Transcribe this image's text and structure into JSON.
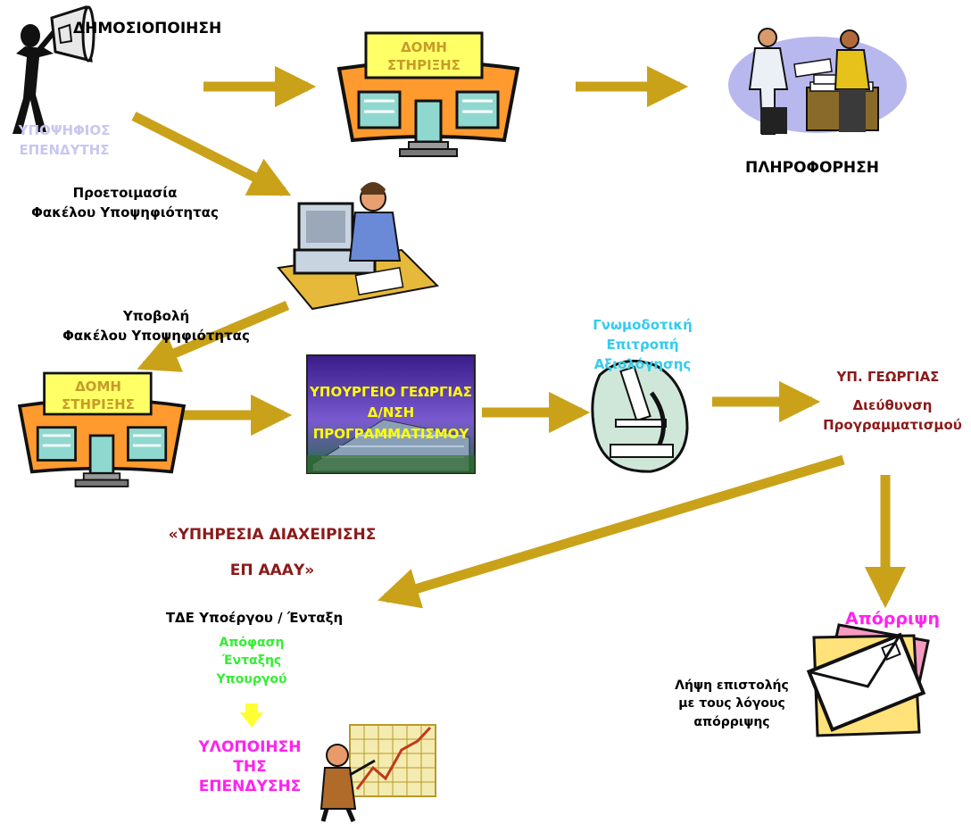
{
  "labels": {
    "dimosiopoiisi": "ΔΗΜΟΣΙΟΠΟΙΗΣΗ",
    "investor_line1": "ΥΠΟΨΗΦΙΟΣ",
    "investor_line2": "ΕΠΕΝΔΥΤΗΣ",
    "support_top_line1": "ΔΟΜΗ",
    "support_top_line2": "ΣΤΗΡΙΞΗΣ",
    "pliroforisi": "ΠΛΗΡΟΦΟΡΗΣΗ",
    "prep_line1": "Προετοιμασία",
    "prep_line2": "Φακέλου Υποψηφιότητας",
    "submit_line1": "Υποβολή",
    "submit_line2": "Φακέλου Υποψηφιότητας",
    "support_bottom_line1": "ΔΟΜΗ",
    "support_bottom_line2": "ΣΤΗΡΙΞΗΣ",
    "ministry_line1": "ΥΠΟΥΡΓΕΙΟ ΓΕΩΡΓΙΑΣ",
    "ministry_line2": "Δ/ΝΣΗ",
    "ministry_line3": "ΠΡΟΓΡΑΜΜΑΤΙΣΜΟΥ",
    "committee_line1": "Γνωμοδοτική",
    "committee_line2": "Επιτροπή",
    "committee_line3": "Αξιολόγησης",
    "yp_georgias": "ΥΠ. ΓΕΩΡΓΙΑΣ",
    "directorate_line1": "Διεύθυνση",
    "directorate_line2": "Προγραμματισμού",
    "service_line1": "«ΥΠΗΡΕΣΙΑ ΔΙΑΧΕΙΡΙΣΗΣ",
    "service_line2": "ΕΠ ΑΑΑΥ»",
    "tde": "ΤΔΕ Υποέργου / Ένταξη",
    "decision_line1": "Απόφαση",
    "decision_line2": "Ένταξης",
    "decision_line3": "Υπουργού",
    "implementation_line1": "ΥΛΟΠΟΙΗΣΗ",
    "implementation_line2": "ΤΗΣ",
    "implementation_line3": "ΕΠΕΝΔΥΣΗΣ",
    "rejection": "Απόρριψη",
    "letter_line1": "Λήψη επιστολής",
    "letter_line2": "με τους λόγους",
    "letter_line3": "απόρριψης"
  },
  "colors": {
    "arrow": "#c9a21a",
    "ministry_text": "#ffff00",
    "investor_text": "#c7c7f0",
    "committee_text": "#33ccee",
    "dark_red": "#8b1a1a",
    "green": "#33ee33",
    "magenta": "#ff22ee",
    "support_sign_text": "#c69c2a",
    "yellow_arrow": "#ffff33"
  }
}
